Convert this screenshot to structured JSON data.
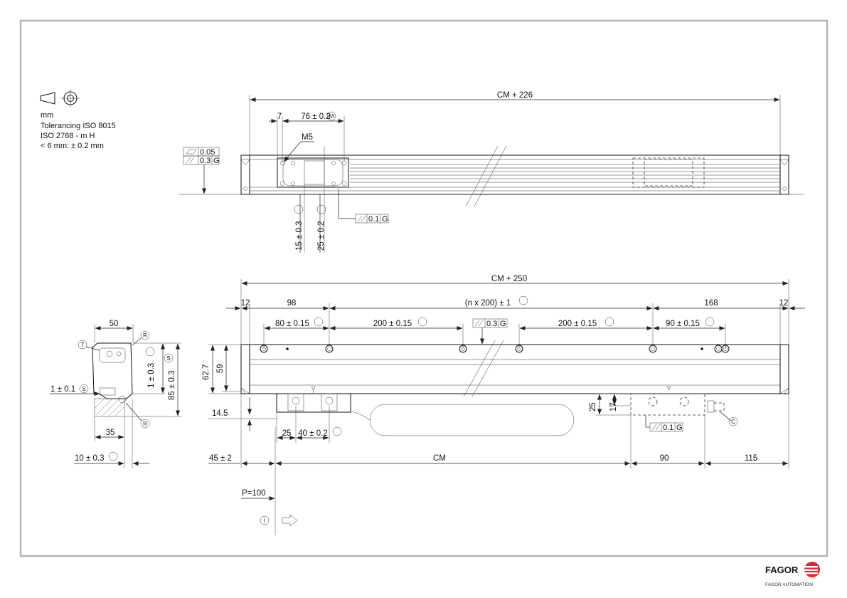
{
  "notes": {
    "units": "mm",
    "line1": "Tolerancing ISO 8015",
    "line2": "ISO 2768 - m H",
    "line3": "< 6 mm: ± 0.2 mm"
  },
  "top_view": {
    "overall": "CM + 226",
    "dim_7": "7",
    "dim_76": "76 ± 0.2",
    "thread": "M5",
    "flatness_value": "0.05",
    "parallel_value": "0.3",
    "parallel_datum": "G",
    "dim_15": "15 ± 0.3",
    "dim_25": "25 ± 0.2",
    "parallel_small_value": "0.1",
    "parallel_small_datum": "G"
  },
  "front_view": {
    "overall": "CM + 250",
    "dim_12_left": "12",
    "dim_98": "98",
    "pitch": "(n x 200) ± 1",
    "dim_168": "168",
    "dim_12_right": "12",
    "dim_80": "80 ± 0.15",
    "dim_200_a": "200 ± 0.15",
    "dim_200_b": "200 ± 0.15",
    "dim_90_top": "90 ± 0.15",
    "parallel_value": "0.3",
    "parallel_datum": "G",
    "dim_62_7": "62.7",
    "dim_59": "59",
    "dim_14_5": "14.5",
    "dim_25_bottom": "25",
    "dim_40": "40 ± 0.2",
    "dim_45": "45 ± 2",
    "measuring_length": "CM",
    "dim_90_bottom": "90",
    "dim_115": "115",
    "dim_25_right": "25",
    "dim_17": "17",
    "parallel_small_value": "0.1",
    "parallel_small_datum": "G",
    "pitch_label": "P=100",
    "label_c": "C",
    "label_i": "I"
  },
  "section_view": {
    "dim_50": "50",
    "dim_1_vertical": "1 ± 0.3",
    "dim_85": "85 ± 0.3",
    "dim_1_left": "1 ± 0.1",
    "dim_35": "35",
    "dim_10": "10 ± 0.3",
    "label_t": "T",
    "label_r": "R",
    "symbol_m": "M",
    "symbol_s": "S"
  },
  "logo": {
    "name": "FAGOR",
    "subtitle": "FAGOR AUTOMATION",
    "accent": "#e3262b"
  }
}
